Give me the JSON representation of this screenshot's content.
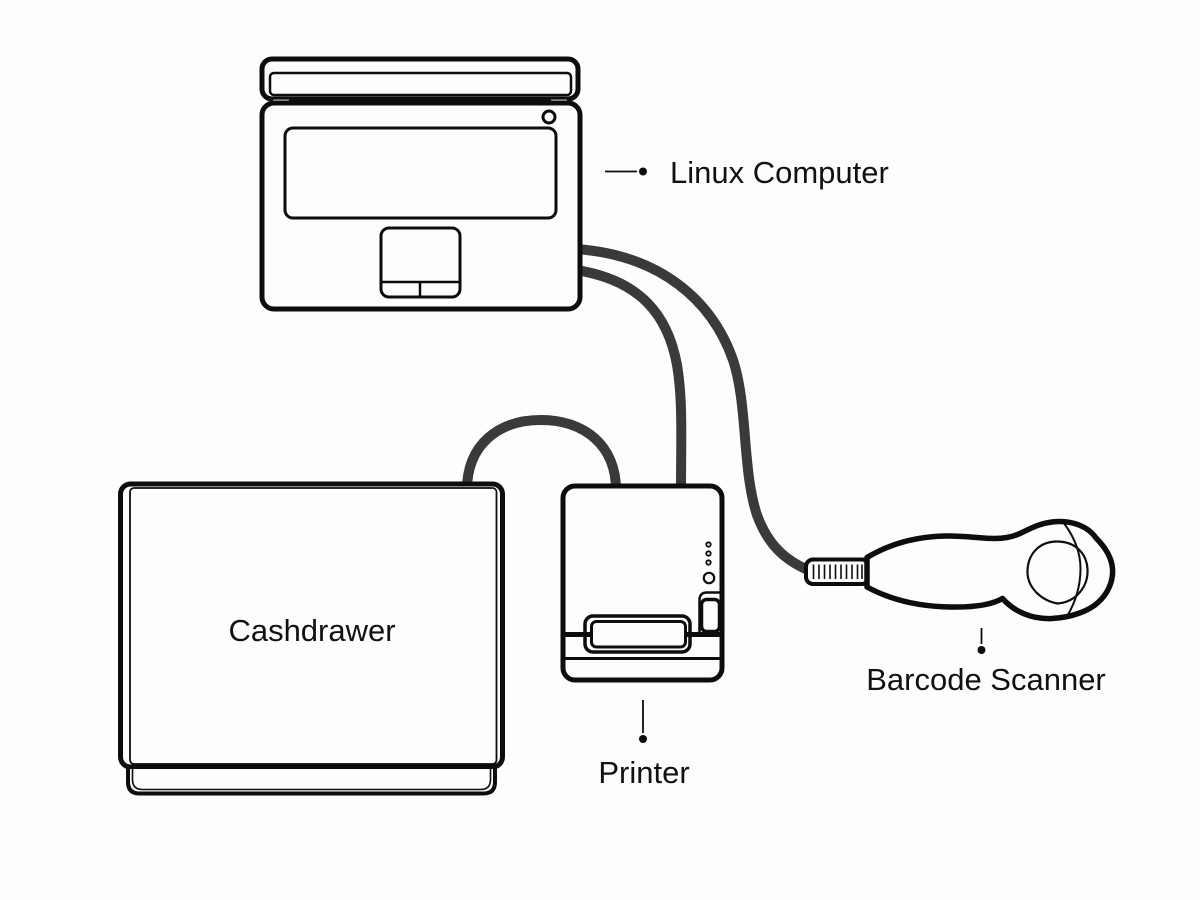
{
  "diagram": {
    "nodes": [
      {
        "id": "linux-computer",
        "label": "Linux Computer",
        "illustration": "laptop-top-view"
      },
      {
        "id": "printer",
        "label": "Printer",
        "illustration": "receipt-printer-top-view"
      },
      {
        "id": "cashdrawer",
        "label": "Cashdrawer",
        "illustration": "cash-drawer-top-view"
      },
      {
        "id": "barcode-scanner",
        "label": "Barcode Scanner",
        "illustration": "handheld-scanner-side-view"
      }
    ],
    "connections": [
      {
        "from": "linux-computer",
        "to": "printer",
        "type": "cable"
      },
      {
        "from": "linux-computer",
        "to": "barcode-scanner",
        "type": "cable"
      },
      {
        "from": "printer",
        "to": "cashdrawer",
        "type": "cable"
      }
    ]
  },
  "colors": {
    "background": "#fdfdfd",
    "ink": "#0d0d0d",
    "cable": "#3a3a3a",
    "text": "#111111"
  }
}
